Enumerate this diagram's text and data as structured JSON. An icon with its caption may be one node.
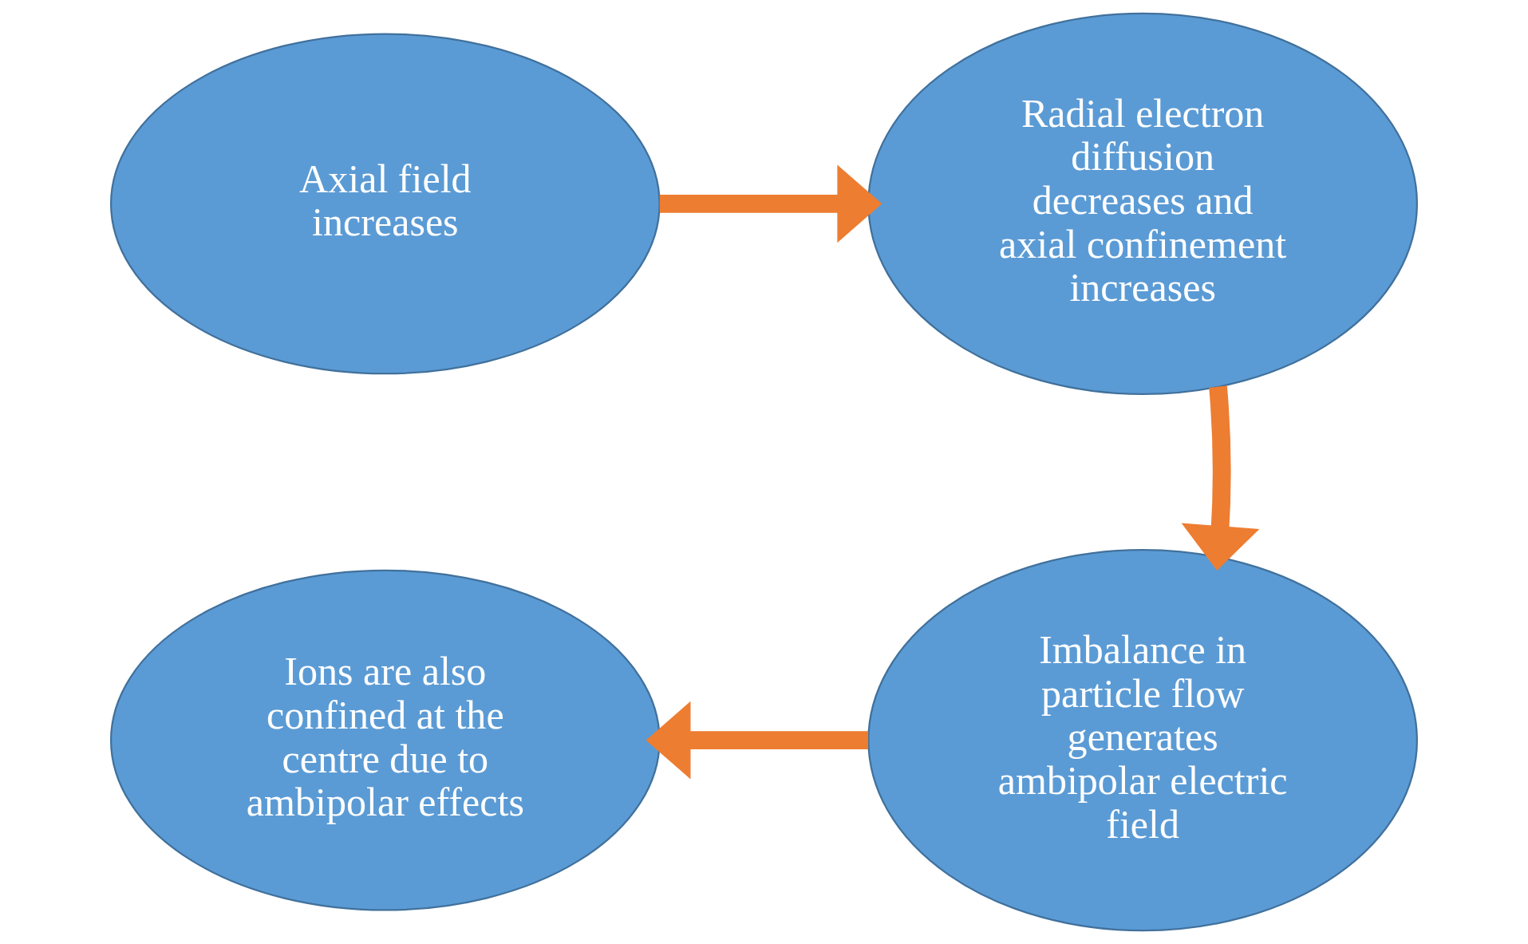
{
  "diagram": {
    "nodes": [
      {
        "text": [
          "Axial field increases"
        ]
      },
      {
        "text": [
          "Radial electron diffusion decreases and axial confinement increases"
        ]
      },
      {
        "text": [
          "Imbalance in particle flow generates ambipolar electric field"
        ]
      },
      {
        "text": [
          "Ions are also confined at the centre due to ambipolar effects"
        ]
      }
    ],
    "edges": [
      {
        "from": 0,
        "to": 1,
        "arrow": "to"
      },
      {
        "from": 1,
        "to": 2,
        "arrow": "to"
      },
      {
        "from": 2,
        "to": 3,
        "arrow": "to"
      }
    ]
  }
}
